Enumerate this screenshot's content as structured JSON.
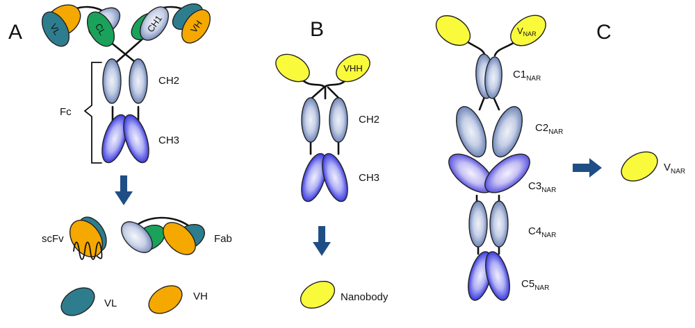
{
  "colors": {
    "vl": "#2e7d8e",
    "cl": "#1aa25a",
    "vh": "#f5a800",
    "ch1_light": "#eef1f8",
    "ch1_dark": "#7d90be",
    "fc_light": "#eef1f8",
    "fc_dark": "#6f86b8",
    "ch3_light": "#eeeeff",
    "ch3_dark": "#3a3ae0",
    "yellow": "#fafa3c",
    "arrow": "#1f4e86"
  },
  "panel_a": {
    "letter": "A",
    "vl": "VL",
    "cl": "CL",
    "ch1": "CH1",
    "vh": "VH",
    "ch2": "CH2",
    "ch3": "CH3",
    "fc": "Fc",
    "scfv": "scFv",
    "fab": "Fab",
    "legend_vl": "VL",
    "legend_vh": "VH"
  },
  "panel_b": {
    "letter": "B",
    "vhh": "VHH",
    "ch2": "CH2",
    "ch3": "CH3",
    "nanobody": "Nanobody"
  },
  "panel_c": {
    "letter": "C",
    "v_top": {
      "base": "V",
      "sub": "NAR"
    },
    "c1": {
      "base": "C1",
      "sub": "NAR"
    },
    "c2": {
      "base": "C2",
      "sub": "NAR"
    },
    "c3": {
      "base": "C3",
      "sub": "NAR"
    },
    "c4": {
      "base": "C4",
      "sub": "NAR"
    },
    "c5": {
      "base": "C5",
      "sub": "NAR"
    },
    "v_single": {
      "base": "V",
      "sub": "NAR"
    }
  }
}
